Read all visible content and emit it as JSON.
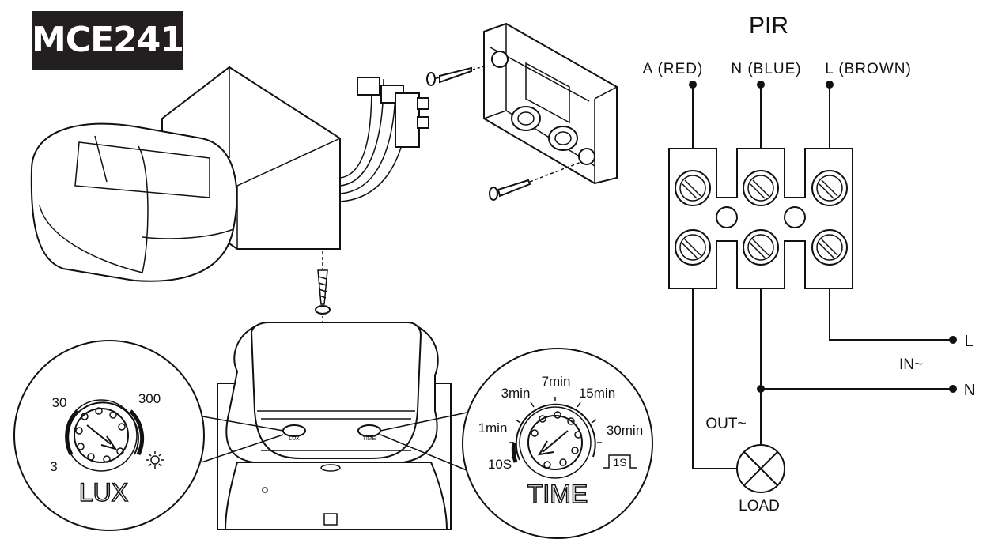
{
  "model": "MCE241",
  "wiring": {
    "title": "PIR",
    "terminals": [
      "A (RED)",
      "N (BLUE)",
      "L (BROWN)"
    ],
    "line_labels": [
      "L",
      "N"
    ],
    "input_label": "IN~",
    "output_label": "OUT~",
    "load_label": "LOAD"
  },
  "lux_dial": {
    "title": "LUX",
    "ticks": [
      "30",
      "300",
      "3"
    ],
    "icon": "sun-icon"
  },
  "time_dial": {
    "title": "TIME",
    "ticks": [
      "7min",
      "3min",
      "15min",
      "1min",
      "30min",
      "10S"
    ],
    "pulse_label": "1S",
    "icon": "pulse-icon"
  },
  "knob_labels": [
    "LUX",
    "TIME"
  ]
}
